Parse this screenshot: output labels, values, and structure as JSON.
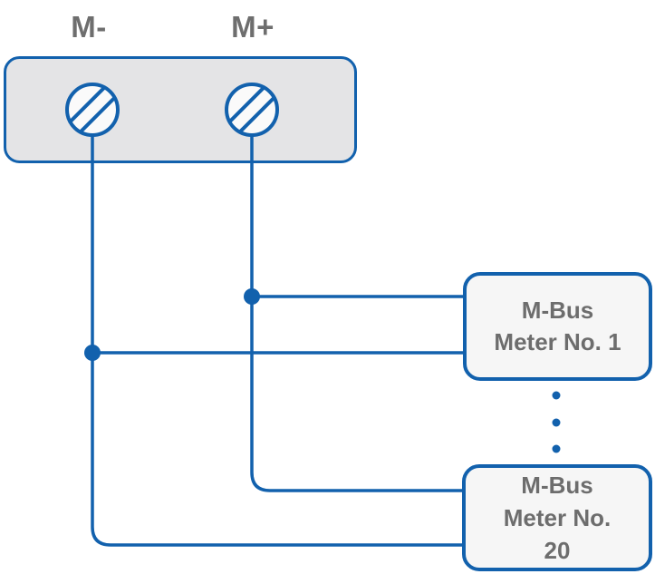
{
  "diagram": {
    "type": "mbus-wiring-diagram",
    "bus_labels": {
      "minus": "M-",
      "plus": "M+"
    },
    "meters": [
      {
        "name": "M-Bus Meter No. 1",
        "lines": [
          "M-Bus",
          "Meter No. 1",
          ""
        ]
      },
      {
        "name": "M-Bus Meter No. 20",
        "lines": [
          "M-Bus",
          "Meter No.",
          "20"
        ]
      }
    ],
    "icons": {
      "terminal": "screw-terminal-icon (circle with double diagonal hatch)",
      "junction": "junction-dot (filled circle on wire)",
      "continuation": "vertical-ellipsis-dots (three small dots)"
    },
    "colors": {
      "wire": "#1261ad",
      "terminal_block_fill": "#e4e4e6",
      "meter_box_fill": "#f6f6f6",
      "label_text": "#6d6d6d",
      "background": "#ffffff"
    }
  }
}
